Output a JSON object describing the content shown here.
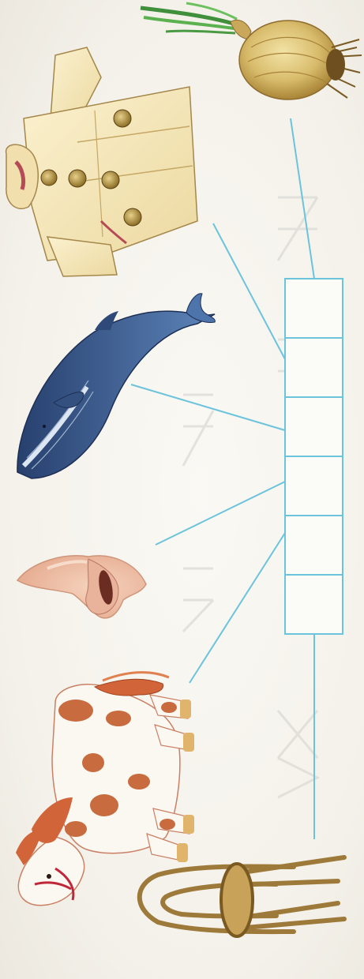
{
  "page": {
    "background": "#f6f4ee"
  },
  "puzzle": {
    "grid_color": "#6cc3dc",
    "line_color": "#6cc3dc",
    "cell_count": 6,
    "cells": [
      "",
      "",
      "",
      "",
      "",
      ""
    ]
  },
  "pictures": [
    {
      "name": "onion",
      "icon": "onion-picture"
    },
    {
      "name": "coat",
      "icon": "coat-picture"
    },
    {
      "name": "whale",
      "icon": "whale-picture"
    },
    {
      "name": "nose",
      "icon": "nose-picture"
    },
    {
      "name": "horse",
      "icon": "horse-picture"
    },
    {
      "name": "chair",
      "icon": "chair-picture"
    }
  ]
}
